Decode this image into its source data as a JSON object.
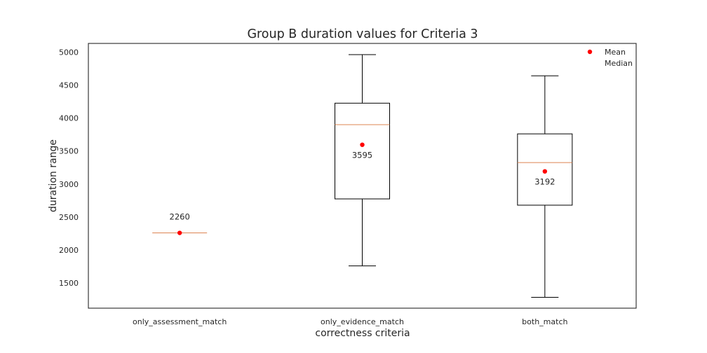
{
  "chart_data": {
    "type": "box",
    "title": "Group B duration values for Criteria 3",
    "xlabel": "correctness criteria",
    "ylabel": "duration range",
    "ylim": [
      1120,
      5130
    ],
    "yticks": [
      1500,
      2000,
      2500,
      3000,
      3500,
      4000,
      4500,
      5000
    ],
    "grid": false,
    "legend_position": "top-right",
    "legend": [
      {
        "label": "Mean",
        "marker": "dot",
        "color": "#ff0000"
      },
      {
        "label": "Median",
        "marker": "none",
        "color": "#dd8452"
      }
    ],
    "categories": [
      "only_assessment_match",
      "only_evidence_match",
      "both_match"
    ],
    "boxes": [
      {
        "category": "only_assessment_match",
        "whisker_low": 2260,
        "q1": 2260,
        "median": 2260,
        "q3": 2260,
        "whisker_high": 2260,
        "mean": 2260,
        "mean_label": "2260"
      },
      {
        "category": "only_evidence_match",
        "whisker_low": 1760,
        "q1": 2775,
        "median": 3900,
        "q3": 4225,
        "whisker_high": 4960,
        "mean": 3595,
        "mean_label": "3595"
      },
      {
        "category": "both_match",
        "whisker_low": 1285,
        "q1": 2680,
        "median": 3325,
        "q3": 3760,
        "whisker_high": 4640,
        "mean": 3192,
        "mean_label": "3192"
      }
    ],
    "colors": {
      "box": "#000000",
      "median": "#dd8452",
      "mean": "#ff0000",
      "axes": "#262626"
    }
  }
}
